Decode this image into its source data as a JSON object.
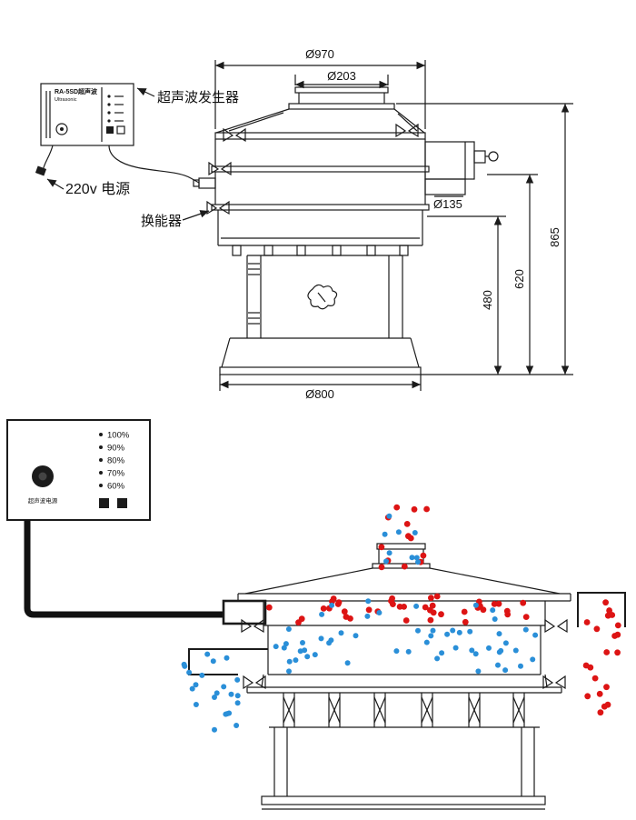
{
  "colors": {
    "line": "#1b1b1b",
    "red": "#dd1414",
    "blue": "#2a8fd8",
    "dark": "#111111"
  },
  "top_diagram": {
    "device_box": {
      "title": "RA-5SD超声波",
      "subtitle": "Ultrasonic"
    },
    "labels": {
      "generator": "超声波发生器",
      "power": "220v 电源",
      "transducer": "换能器"
    },
    "dims": {
      "top_diameter": "Ø970",
      "inlet_diameter": "Ø203",
      "outlet_diameter": "Ø135",
      "total_height": "865",
      "mid_height": "620",
      "deck_height": "480",
      "base_diameter": "Ø800"
    }
  },
  "bottom_diagram": {
    "panel": {
      "levels": [
        "100%",
        "90%",
        "80%",
        "70%",
        "60%"
      ],
      "power_text": "超声波电源"
    }
  },
  "particles": {
    "groups": [
      {
        "name": "feed-particle-red",
        "color": "red",
        "count": 13,
        "x": [
          416,
          470
        ],
        "y": [
          556,
          624
        ],
        "r": 3.4
      },
      {
        "name": "feed-particle-blue",
        "color": "blue",
        "count": 9,
        "x": [
          422,
          466
        ],
        "y": [
          566,
          630
        ],
        "r": 3
      },
      {
        "name": "upper-deck-particle-red",
        "color": "red",
        "count": 40,
        "x": [
          296,
          596
        ],
        "y": [
          656,
          685
        ],
        "r": 3.4
      },
      {
        "name": "upper-deck-particle-blue",
        "color": "blue",
        "count": 9,
        "x": [
          320,
          570
        ],
        "y": [
          660,
          684
        ],
        "r": 3
      },
      {
        "name": "right-outlet-particle-red",
        "color": "red",
        "count": 20,
        "x": [
          642,
          684
        ],
        "y": [
          656,
          786
        ],
        "r": 3.4
      },
      {
        "name": "lower-deck-particle-blue",
        "color": "blue",
        "count": 46,
        "x": [
          300,
          592
        ],
        "y": [
          692,
          739
        ],
        "r": 3
      },
      {
        "name": "left-outlet-particle-blue",
        "color": "blue",
        "count": 22,
        "x": [
          202,
          266
        ],
        "y": [
          716,
          804
        ],
        "r": 3
      }
    ]
  }
}
